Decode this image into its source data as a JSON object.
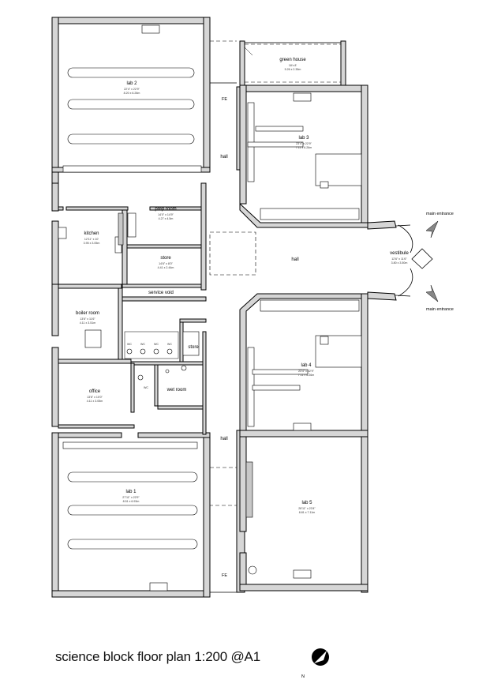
{
  "title": "science block floor plan 1:200 @A1",
  "north_label": "N",
  "rooms": {
    "lab2": {
      "name": "lab 2",
      "l1": "22'4\" x 22'9\"",
      "l2": "8.20 x 6.26m"
    },
    "green_house": {
      "name": "green house",
      "l1": "18'x 8'",
      "l2": "5.26 x 2.35m"
    },
    "lab3": {
      "name": "lab 3",
      "l1": "23'4\" x 22'9\"",
      "l2": "7.11 x 6.26m"
    },
    "prep_room": {
      "name": "prep room",
      "l1": "14'0\" x 14'9\"",
      "l2": "4.27 x 4.5m"
    },
    "kitchen": {
      "name": "kitchen",
      "l1": "12'11\" x 10'",
      "l2": "3.95 x 3.05m"
    },
    "store1": {
      "name": "store",
      "l1": "14'6\" x 8'0\"",
      "l2": "4.41 x 2.44m"
    },
    "hall_mid": {
      "name": "hall"
    },
    "hall_top": {
      "name": "hall"
    },
    "hall_bot": {
      "name": "hall"
    },
    "vestibule": {
      "name": "vestibule",
      "l1": "12'6\" x 11'6\"",
      "l2": "3.80 x 3.50m"
    },
    "service_void": {
      "name": "service void"
    },
    "boiler_room": {
      "name": "boiler room",
      "l1": "13'6\" x 11'6\"",
      "l2": "4.11 x 3.51m"
    },
    "store2": {
      "name": "store"
    },
    "wc1": {
      "name": "WC"
    },
    "wc2": {
      "name": "WC"
    },
    "wc3": {
      "name": "WC"
    },
    "wc4": {
      "name": "WC"
    },
    "wc5": {
      "name": "WC"
    },
    "wet_room": {
      "name": "wet room"
    },
    "lab4": {
      "name": "lab 4",
      "l1": "23'4\" x 22'9\"",
      "l2": "7.11 x 6.26m"
    },
    "office": {
      "name": "office",
      "l1": "13'6\" x 10'0\"",
      "l2": "4.11 x 3.05m"
    },
    "lab1": {
      "name": "lab 1",
      "l1": "27'11\" x 22'9\"",
      "l2": "8.51 x 6.93m"
    },
    "lab5": {
      "name": "lab 5",
      "l1": "28'11\" x 23'4\"",
      "l2": "8.81 x 7.11m"
    }
  },
  "fe_labels": {
    "top": "FE",
    "bottom": "FE"
  },
  "entrances": {
    "top": "main entrance",
    "bottom": "main entrance"
  }
}
